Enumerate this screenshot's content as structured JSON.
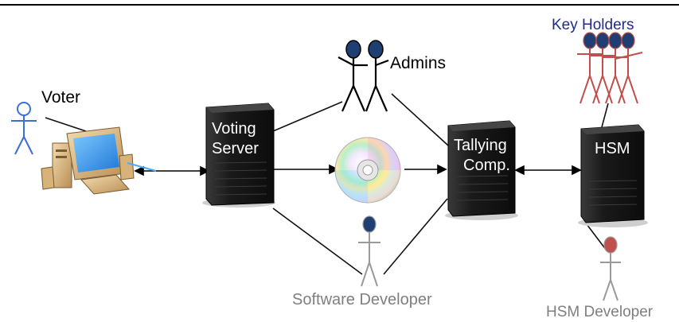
{
  "labels": {
    "voter": "Voter",
    "voting_server_line1": "Voting",
    "voting_server_line2": "Server",
    "admins": "Admins",
    "tallying_line1": "Tallying",
    "tallying_line2": "Comp.",
    "hsm": "HSM",
    "key_holders": "Key Holders",
    "software_developer": "Software Developer",
    "hsm_developer": "HSM Developer"
  },
  "icons": {
    "voter_figure": "stick-figure-icon",
    "computer": "desktop-computer-icon",
    "server": "server-tower-icon",
    "disc": "optical-disc-icon"
  },
  "colors": {
    "voter_figure": "#3d6fd6",
    "admin_figure": "#000000",
    "admin_head": "#1f3f73",
    "key_holder_figure": "#c0504d",
    "key_holder_head": "#1f3f73",
    "key_holders_text": "#1f2a8a",
    "developer_figure": "#9a9a9a",
    "software_developer_head": "#1f3f73",
    "hsm_developer_head": "#c0504d",
    "developer_text": "#7f7f7f",
    "server_body": "#1b1b1b",
    "server_label": "#ffffff",
    "monitor_screen": "#3aa0ff"
  }
}
